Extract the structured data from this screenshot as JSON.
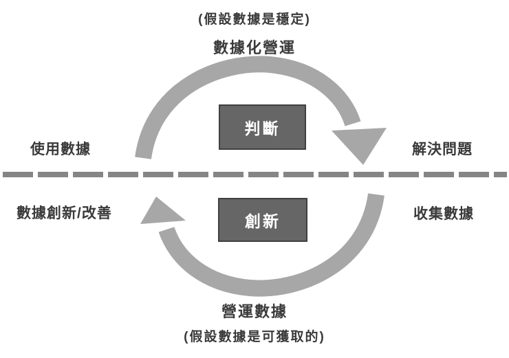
{
  "diagram": {
    "top": {
      "note": "(假設數據是穩定)",
      "title": "數據化營運"
    },
    "bottom": {
      "title": "營運數據",
      "note": "(假設數據是可獲取的)"
    },
    "left": {
      "upper": "使用數據",
      "lower": "數據創新/改善"
    },
    "right": {
      "upper": "解決問題",
      "lower": "收集數據"
    },
    "center": {
      "upper_box": "判斷",
      "lower_box": "創新"
    },
    "colors": {
      "arrow": "#a7a7a7",
      "divider": "#858585",
      "box_fill": "#666666",
      "box_border": "#3f3f3f",
      "box_text": "#ffffff",
      "label_text": "#3a3a3a"
    }
  }
}
